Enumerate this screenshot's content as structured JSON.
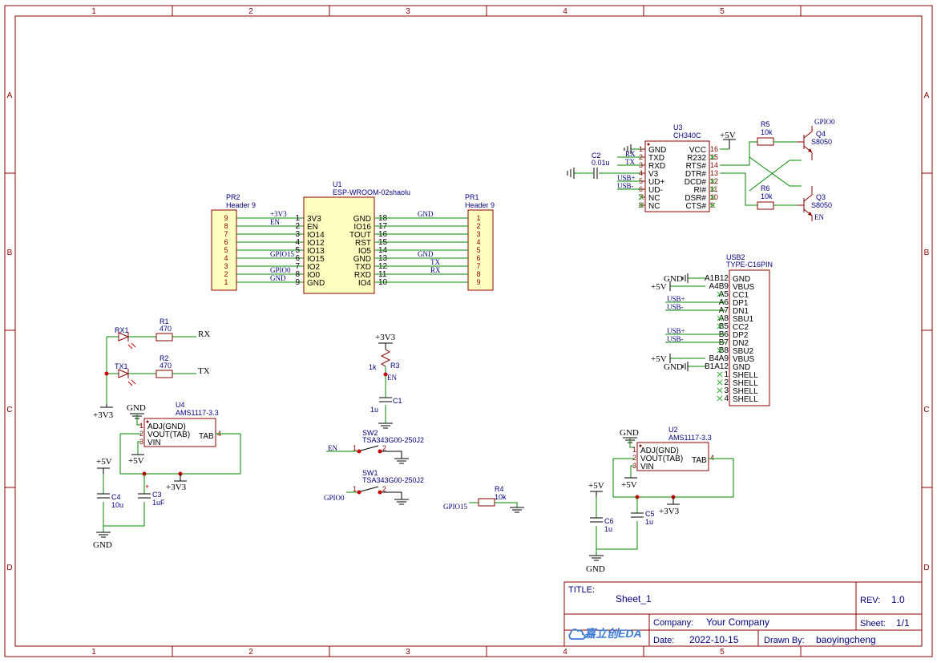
{
  "frame": {
    "columns": [
      "1",
      "2",
      "3",
      "4",
      "5"
    ],
    "rows": [
      "A",
      "B",
      "C",
      "D"
    ]
  },
  "title_block": {
    "title_label": "TITLE:",
    "title": "Sheet_1",
    "rev_label": "REV:",
    "rev": "1.0",
    "company_label": "Company:",
    "company": "Your Company",
    "sheet_label": "Sheet:",
    "sheet": "1/1",
    "date_label": "Date:",
    "date": "2022-10-15",
    "drawn_label": "Drawn By:",
    "drawn_by": "baoyingcheng",
    "logo_text": "嘉立创EDA"
  },
  "u1": {
    "ref": "U1",
    "value": "ESP-WROOM-02shaolu",
    "left_pins": [
      {
        "num": "1",
        "name": "3V3"
      },
      {
        "num": "2",
        "name": "EN"
      },
      {
        "num": "3",
        "name": "IO14"
      },
      {
        "num": "4",
        "name": "IO12"
      },
      {
        "num": "5",
        "name": "IO13"
      },
      {
        "num": "6",
        "name": "IO15"
      },
      {
        "num": "7",
        "name": "IO2"
      },
      {
        "num": "8",
        "name": "IO0"
      },
      {
        "num": "9",
        "name": "GND"
      }
    ],
    "right_pins": [
      {
        "num": "18",
        "name": "GND"
      },
      {
        "num": "17",
        "name": "IO16"
      },
      {
        "num": "16",
        "name": "TOUT"
      },
      {
        "num": "15",
        "name": "RST"
      },
      {
        "num": "14",
        "name": "IO5"
      },
      {
        "num": "13",
        "name": "GND"
      },
      {
        "num": "12",
        "name": "TXD"
      },
      {
        "num": "11",
        "name": "RXD"
      },
      {
        "num": "10",
        "name": "IO4"
      }
    ],
    "left_nets": [
      "+3V3",
      "EN",
      "",
      "",
      "",
      "GPIO15",
      "",
      "GPIO0",
      "GND"
    ],
    "right_nets": [
      "GND",
      "",
      "",
      "",
      "",
      "GND",
      "TX",
      "RX",
      ""
    ]
  },
  "pr2": {
    "ref": "PR2",
    "value": "Header 9",
    "pins": [
      "9",
      "8",
      "7",
      "6",
      "5",
      "4",
      "3",
      "2",
      "1"
    ]
  },
  "pr1": {
    "ref": "PR1",
    "value": "Header 9",
    "pins": [
      "1",
      "2",
      "3",
      "4",
      "5",
      "6",
      "7",
      "8",
      "9"
    ]
  },
  "u3": {
    "ref": "U3",
    "value": "CH340C",
    "left_pins": [
      {
        "num": "1",
        "name": "GND"
      },
      {
        "num": "2",
        "name": "TXD"
      },
      {
        "num": "3",
        "name": "RXD"
      },
      {
        "num": "4",
        "name": "V3"
      },
      {
        "num": "5",
        "name": "UD+"
      },
      {
        "num": "6",
        "name": "UD-"
      },
      {
        "num": "7",
        "name": "NC"
      },
      {
        "num": "8",
        "name": "NC"
      }
    ],
    "right_pins": [
      {
        "num": "16",
        "name": "VCC"
      },
      {
        "num": "15",
        "name": "R232"
      },
      {
        "num": "14",
        "name": "RTS#"
      },
      {
        "num": "13",
        "name": "DTR#"
      },
      {
        "num": "12",
        "name": "DCD#"
      },
      {
        "num": "11",
        "name": "RI#"
      },
      {
        "num": "10",
        "name": "DSR#"
      },
      {
        "num": "9",
        "name": "CTS#"
      }
    ],
    "left_nets": [
      "",
      "RX",
      "TX",
      "",
      "USB+",
      "USB-",
      "",
      ""
    ],
    "vcc_net": "+5V"
  },
  "c2": {
    "ref": "C2",
    "value": "0.01u"
  },
  "r5": {
    "ref": "R5",
    "value": "10k"
  },
  "r6": {
    "ref": "R6",
    "value": "10k"
  },
  "q4": {
    "ref": "Q4",
    "value": "S8050",
    "net": "GPIO0"
  },
  "q3": {
    "ref": "Q3",
    "value": "S8050",
    "net": "EN"
  },
  "usb2": {
    "ref": "USB2",
    "value": "TYPE-C16PIN",
    "pins": [
      {
        "num": "A1B12",
        "name": "GND",
        "net": "GND"
      },
      {
        "num": "A4B9",
        "name": "VBUS",
        "net": "+5V"
      },
      {
        "num": "A5",
        "name": "CC1",
        "net": ""
      },
      {
        "num": "A6",
        "name": "DP1",
        "net": "USB+"
      },
      {
        "num": "A7",
        "name": "DN1",
        "net": "USB-"
      },
      {
        "num": "A8",
        "name": "SBU1",
        "net": ""
      },
      {
        "num": "B5",
        "name": "CC2",
        "net": ""
      },
      {
        "num": "B6",
        "name": "DP2",
        "net": "USB+"
      },
      {
        "num": "B7",
        "name": "DN2",
        "net": "USB-"
      },
      {
        "num": "B8",
        "name": "SBU2",
        "net": ""
      },
      {
        "num": "B4A9",
        "name": "VBUS",
        "net": "+5V"
      },
      {
        "num": "B1A12",
        "name": "GND",
        "net": "GND"
      },
      {
        "num": "1",
        "name": "SHELL",
        "net": ""
      },
      {
        "num": "2",
        "name": "SHELL",
        "net": ""
      },
      {
        "num": "3",
        "name": "SHELL",
        "net": ""
      },
      {
        "num": "4",
        "name": "SHELL",
        "net": ""
      }
    ]
  },
  "leds": {
    "rx1": "RX1",
    "tx1": "TX1",
    "r1": "R1",
    "r1_val": "470",
    "r2": "R2",
    "r2_val": "470",
    "rx_net": "RX",
    "tx_net": "TX",
    "pwr_net": "+3V3"
  },
  "u4": {
    "ref": "U4",
    "value": "AMS1117-3.3",
    "pins": [
      {
        "num": "1",
        "name": "ADJ(GND)"
      },
      {
        "num": "2",
        "name": "VOUT(TAB)"
      },
      {
        "num": "3",
        "name": "VIN"
      }
    ],
    "tab": "TAB",
    "tab_num": "4",
    "gnd": "GND",
    "in_net": "+5V",
    "out_net": "+3V3",
    "c4": "C4",
    "c4_val": "10u",
    "c3": "C3",
    "c3_val": "1uF",
    "in_net2": "+5V",
    "gnd2": "GND"
  },
  "reset": {
    "net": "+3V3",
    "r3": "R3",
    "r3_val": "1k",
    "en": "EN",
    "c1": "C1",
    "c1_val": "1u"
  },
  "sw2": {
    "ref": "SW2",
    "value": "TSA343G00-250J2",
    "net": "EN",
    "pin1": "1",
    "pin2": "2"
  },
  "sw1": {
    "ref": "SW1",
    "value": "TSA343G00-250J2",
    "net": "GPIO0",
    "pin1": "1",
    "pin2": "2"
  },
  "r4": {
    "ref": "R4",
    "value": "10k",
    "net": "GPIO15"
  },
  "u2": {
    "ref": "U2",
    "value": "AMS1117-3.3",
    "pins": [
      {
        "num": "1",
        "name": "ADJ(GND)"
      },
      {
        "num": "2",
        "name": "VOUT(TAB)"
      },
      {
        "num": "3",
        "name": "VIN"
      }
    ],
    "tab": "TAB",
    "tab_num": "4",
    "gnd": "GND",
    "in_net": "+5V",
    "out_net": "+3V3",
    "c6": "C6",
    "c6_val": "1u",
    "c5": "C5",
    "c5_val": "1u",
    "in_net2": "+5V",
    "gnd2": "GND"
  }
}
